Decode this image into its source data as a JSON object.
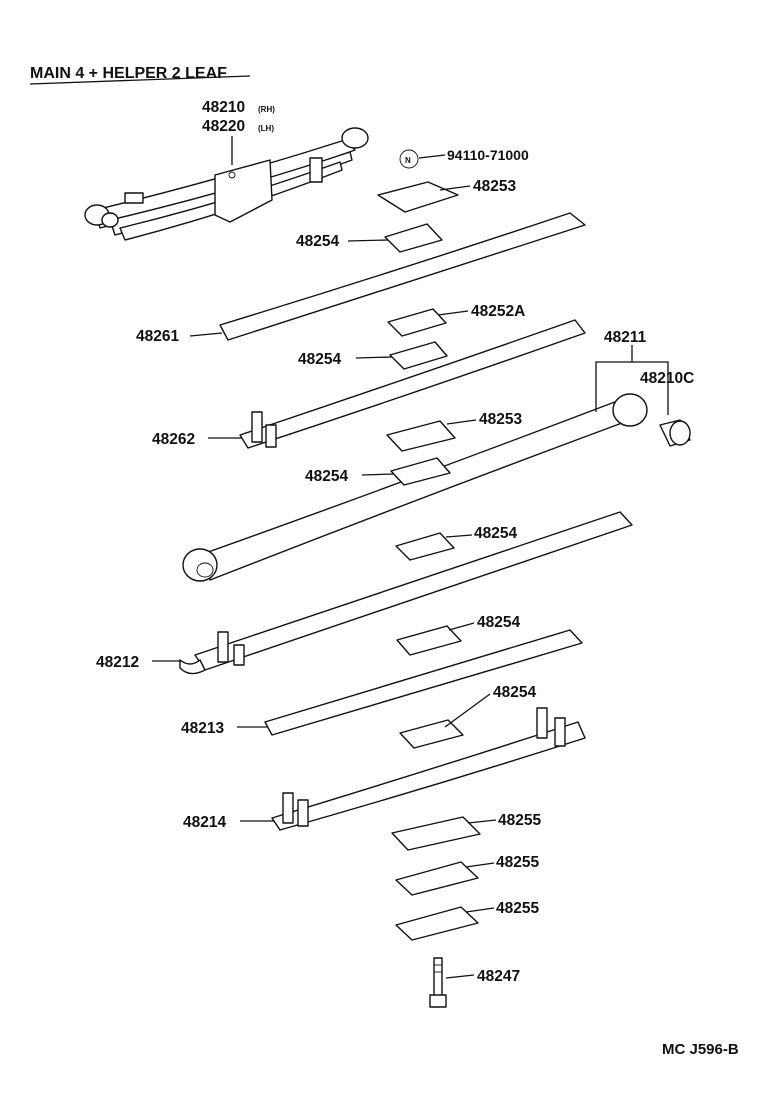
{
  "title": "MAIN 4 + HELPER 2 LEAF",
  "diagram_code": "MC J596-B",
  "labels": {
    "l48210": "48210",
    "rh": "(RH)",
    "l48220": "48220",
    "lh": "(LH)",
    "n_mark": "N",
    "l94110": "94110-71000",
    "l48253a": "48253",
    "l48254a": "48254",
    "l48261": "48261",
    "l48252A": "48252A",
    "l48254b": "48254",
    "l48211": "48211",
    "l48210C": "48210C",
    "l48262": "48262",
    "l48253b": "48253",
    "l48254c": "48254",
    "l48254d": "48254",
    "l48212": "48212",
    "l48254e": "48254",
    "l48213": "48213",
    "l48254f": "48254",
    "l48214": "48214",
    "l48255a": "48255",
    "l48255b": "48255",
    "l48255c": "48255",
    "l48247": "48247"
  }
}
